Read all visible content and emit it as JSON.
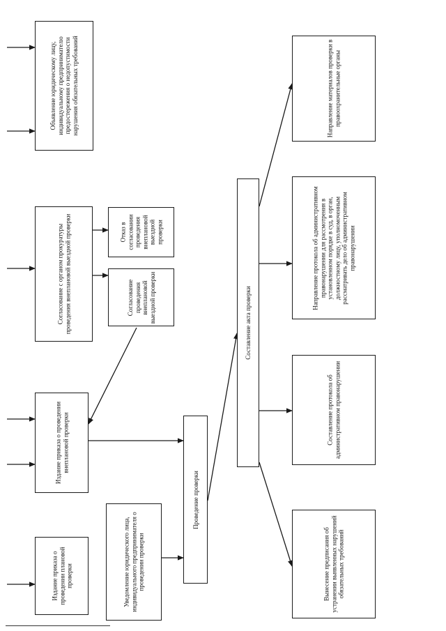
{
  "boxes": {
    "warning": "Объявление юридическому лицу, индивидуальному предпринимателю предостережения о недопустимости нарушения обязательных требований",
    "prosecutor_approval": "Согласование с органом прокуратуры проведения внеплановой выездной проверки",
    "refusal": "Отказ в согласовании проведения внеплановой выездной проверки",
    "approval": "Согласование проведения внеплановой выездной проверки",
    "unscheduled_order": "Издание приказа о проведении внеплановой проверки",
    "scheduled_order": "Издание приказа о проведении плановой проверки",
    "notification": "Уведомление юридического лица, индивидуального предпринимателя о проведении проверки",
    "conducting": "Проведение проверки",
    "act": "Составление акта проверки",
    "materials": "Направление материалов проверки в правоохранительные органы",
    "protocol_court": "Направление протокола об административном правонарушении для рассмотрения в установленном порядке в суд, в орган, должностному лицу, уполномоченным рассматривать дело об административном правонарушении",
    "protocol": "Составление протокола об административном правонарушении",
    "prescription": "Вынесение предписания об устранении выявленных нарушений обязательных требований"
  }
}
